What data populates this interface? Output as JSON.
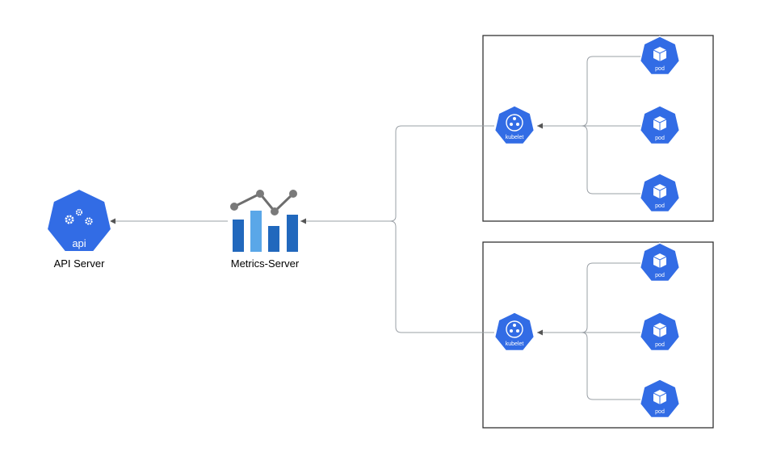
{
  "api_server": {
    "icon_text": "api",
    "label": "API Server"
  },
  "metrics_server": {
    "label": "Metrics-Server"
  },
  "nodes": [
    {
      "kubelet_label": "kubelet",
      "pods": [
        "pod",
        "pod",
        "pod"
      ]
    },
    {
      "kubelet_label": "kubelet",
      "pods": [
        "pod",
        "pod",
        "pod"
      ]
    }
  ],
  "colors": {
    "k8s_blue": "#326ce5",
    "bar_dark": "#2168bd",
    "bar_light": "#5aa7e8",
    "line_gray": "#6e6e6e",
    "connector": "#9aa0a6",
    "node_border": "#333333"
  }
}
